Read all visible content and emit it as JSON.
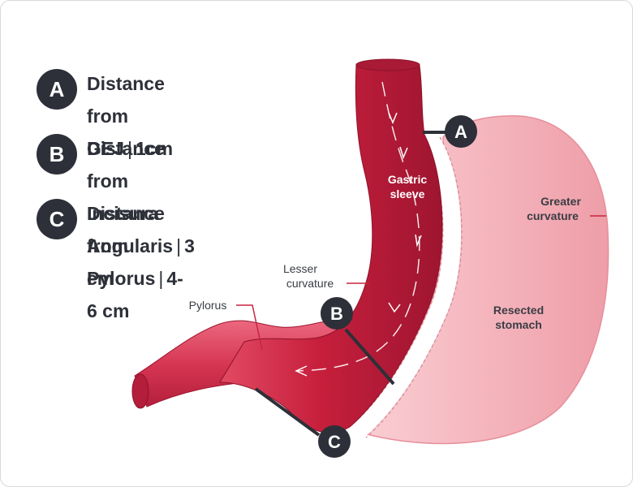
{
  "legend": [
    {
      "letter": "A",
      "line1": "Distance from",
      "line2_main": "GEJ",
      "line2_value": "1cm"
    },
    {
      "letter": "B",
      "line1": "Distance from Incisura",
      "line2_main": "Angularis",
      "line2_value": "3 cm"
    },
    {
      "letter": "C",
      "line1": "Distance from",
      "line2_main": "Pylorus",
      "line2_value": "4-6 cm"
    }
  ],
  "legend_separator": "|",
  "labels": {
    "gastric_sleeve": [
      "Gastric",
      "sleeve"
    ],
    "greater_curvature": [
      "Greater",
      "curvature"
    ],
    "lesser_curvature": [
      "Lesser",
      "curvature"
    ],
    "pylorus": "Pylorus",
    "resected_stomach": [
      "Resected",
      "stomach"
    ]
  },
  "markers": {
    "a": "A",
    "b": "B",
    "c": "C"
  },
  "colors": {
    "sleeve_red": "#c8243f",
    "resected_pink": "#f6b9c0",
    "badge_dark": "#2d3038",
    "leader_line": "#c8243f"
  }
}
